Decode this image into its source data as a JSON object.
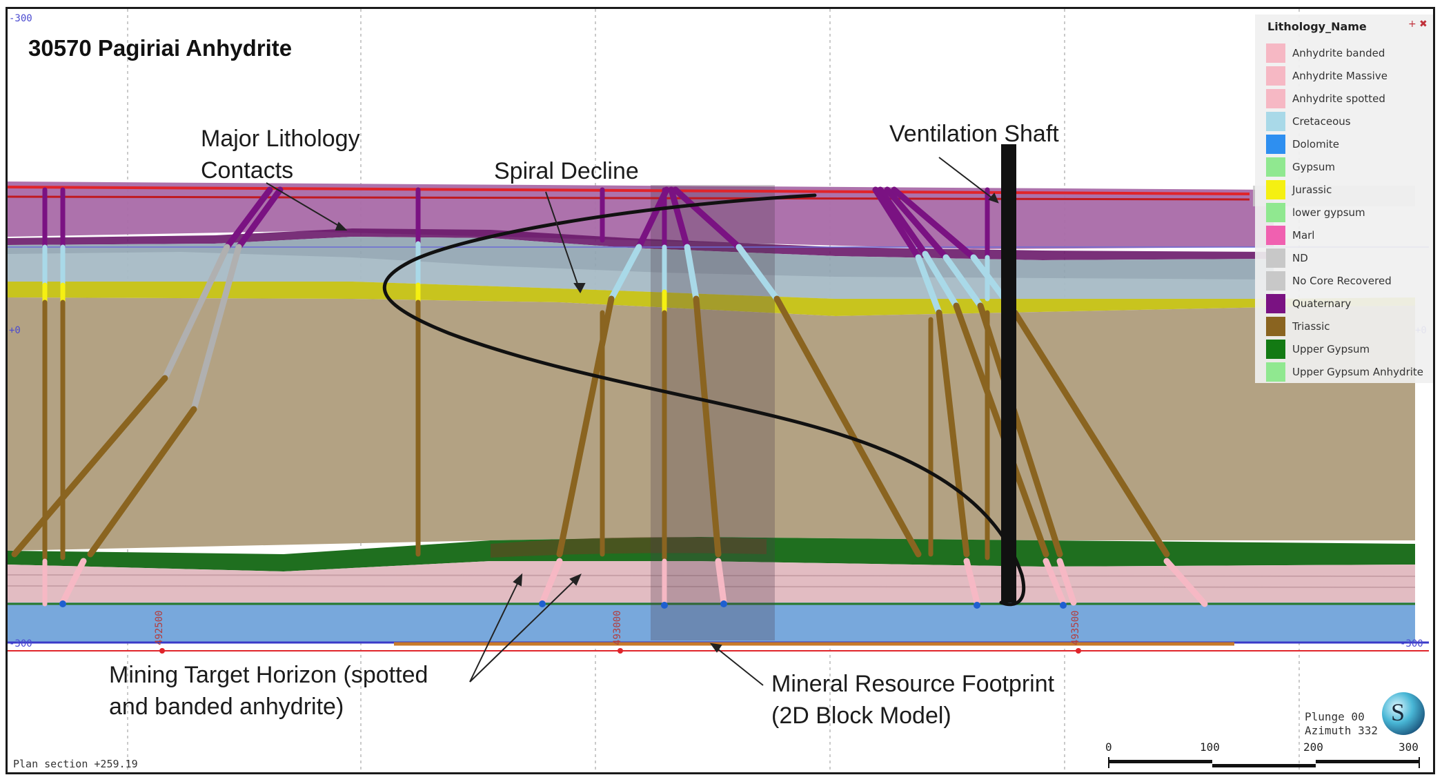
{
  "title": "30570 Pagiriai Anhydrite",
  "callouts": {
    "lithology_line1": "Major Lithology",
    "lithology_line2": "Contacts",
    "spiral_decline": "Spiral Decline",
    "ventilation_shaft": "Ventilation Shaft",
    "mining_target_line1": "Mining Target Horizon (spotted",
    "mining_target_line2": "and banded anhydrite)",
    "resource_line1": "Mineral Resource Footprint",
    "resource_line2": "(2D Block Model)"
  },
  "legend": {
    "title": "Lithology_Name",
    "items": [
      {
        "label": "Anhydrite banded",
        "color": "#f6b8c4"
      },
      {
        "label": "Anhydrite Massive",
        "color": "#f6b8c4"
      },
      {
        "label": "Anhydrite spotted",
        "color": "#f6b8c4"
      },
      {
        "label": "Cretaceous",
        "color": "#a9d9e8"
      },
      {
        "label": "Dolomite",
        "color": "#2e8ff0"
      },
      {
        "label": "Gypsum",
        "color": "#90e890"
      },
      {
        "label": "Jurassic",
        "color": "#f5f012"
      },
      {
        "label": "lower gypsum",
        "color": "#90e890"
      },
      {
        "label": "Marl",
        "color": "#f060b0"
      },
      {
        "label": "ND",
        "color": "#c8c8c8"
      },
      {
        "label": "No Core Recovered",
        "color": "#c8c8c8"
      },
      {
        "label": "Quaternary",
        "color": "#7a1282"
      },
      {
        "label": "Triassic",
        "color": "#8a6420"
      },
      {
        "label": "Upper Gypsum",
        "color": "#137a13"
      },
      {
        "label": "Upper Gypsum Anhydrite",
        "color": "#90e890"
      }
    ]
  },
  "axis": {
    "top_left": "-300",
    "mid_left": "+0",
    "mid_right": "+0",
    "bottom_left": "-300",
    "bottom_right": "-300",
    "ticks": [
      "492500",
      "493000",
      "493500"
    ]
  },
  "orientation": {
    "plunge": "Plunge 00",
    "azimuth": "Azimuth 332"
  },
  "scale_bar": {
    "labels": [
      "0",
      "100",
      "200",
      "300"
    ]
  },
  "plan_section": "Plan section +259.19",
  "colors": {
    "quaternary_band": "#a96aa8",
    "cretaceous_band": "#8fa3b0",
    "jurassic_band": "#c8c41e",
    "triassic_band": "#b3a283",
    "upper_gypsum": "#1f6f1f",
    "anhydrite_band": "#e2bcc2",
    "dolomite_band": "#78a8dc",
    "decline": "#111111",
    "shaft": "#111111"
  }
}
